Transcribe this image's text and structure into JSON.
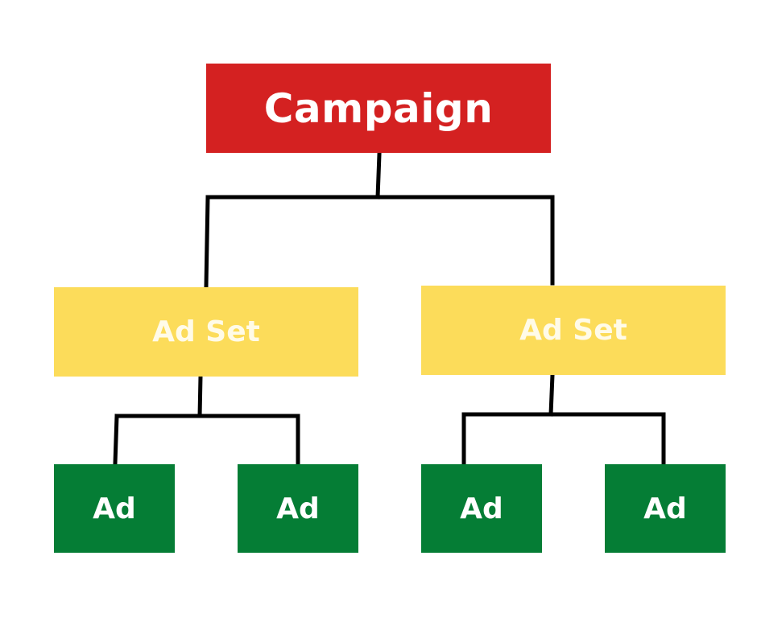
{
  "diagram": {
    "type": "hierarchy-tree",
    "colors": {
      "campaign": "#d42121",
      "ad_set": "#fcdc5a",
      "ad": "#057d35",
      "connector": "#000000",
      "text": "#ffffff"
    },
    "root": {
      "label": "Campaign",
      "children": [
        {
          "label": "Ad Set",
          "children": [
            {
              "label": "Ad"
            },
            {
              "label": "Ad"
            }
          ]
        },
        {
          "label": "Ad Set",
          "children": [
            {
              "label": "Ad"
            },
            {
              "label": "Ad"
            }
          ]
        }
      ]
    }
  }
}
